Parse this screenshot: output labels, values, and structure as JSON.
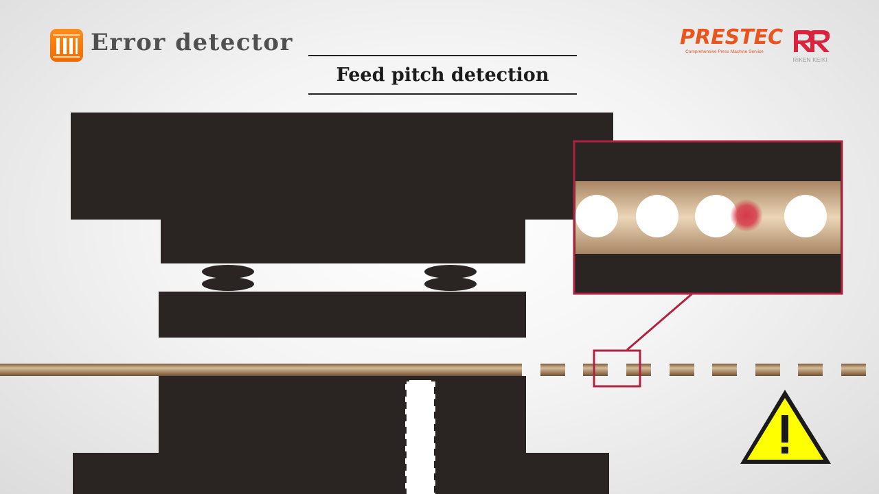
{
  "header": {
    "title": "Error detector",
    "icon": "error-detector-icon",
    "icon_color": "#f47b0c"
  },
  "subtitle": "Feed pitch detection",
  "brands": {
    "prestec": {
      "name": "PRESTEC",
      "tagline": "Comprehensive Press Machine Service",
      "color": "#e8551e"
    },
    "riken": {
      "name": "RIKEN KEIKI",
      "color": "#d9233f"
    }
  },
  "colors": {
    "die": "#2a2523",
    "strip": "#b39372",
    "zoom_frame": "#b0223f",
    "warning": "#ffff00"
  },
  "zoom": {
    "hole_count": 4,
    "error_mark_color": "#d43a4a"
  },
  "warning": {
    "symbol": "!"
  }
}
